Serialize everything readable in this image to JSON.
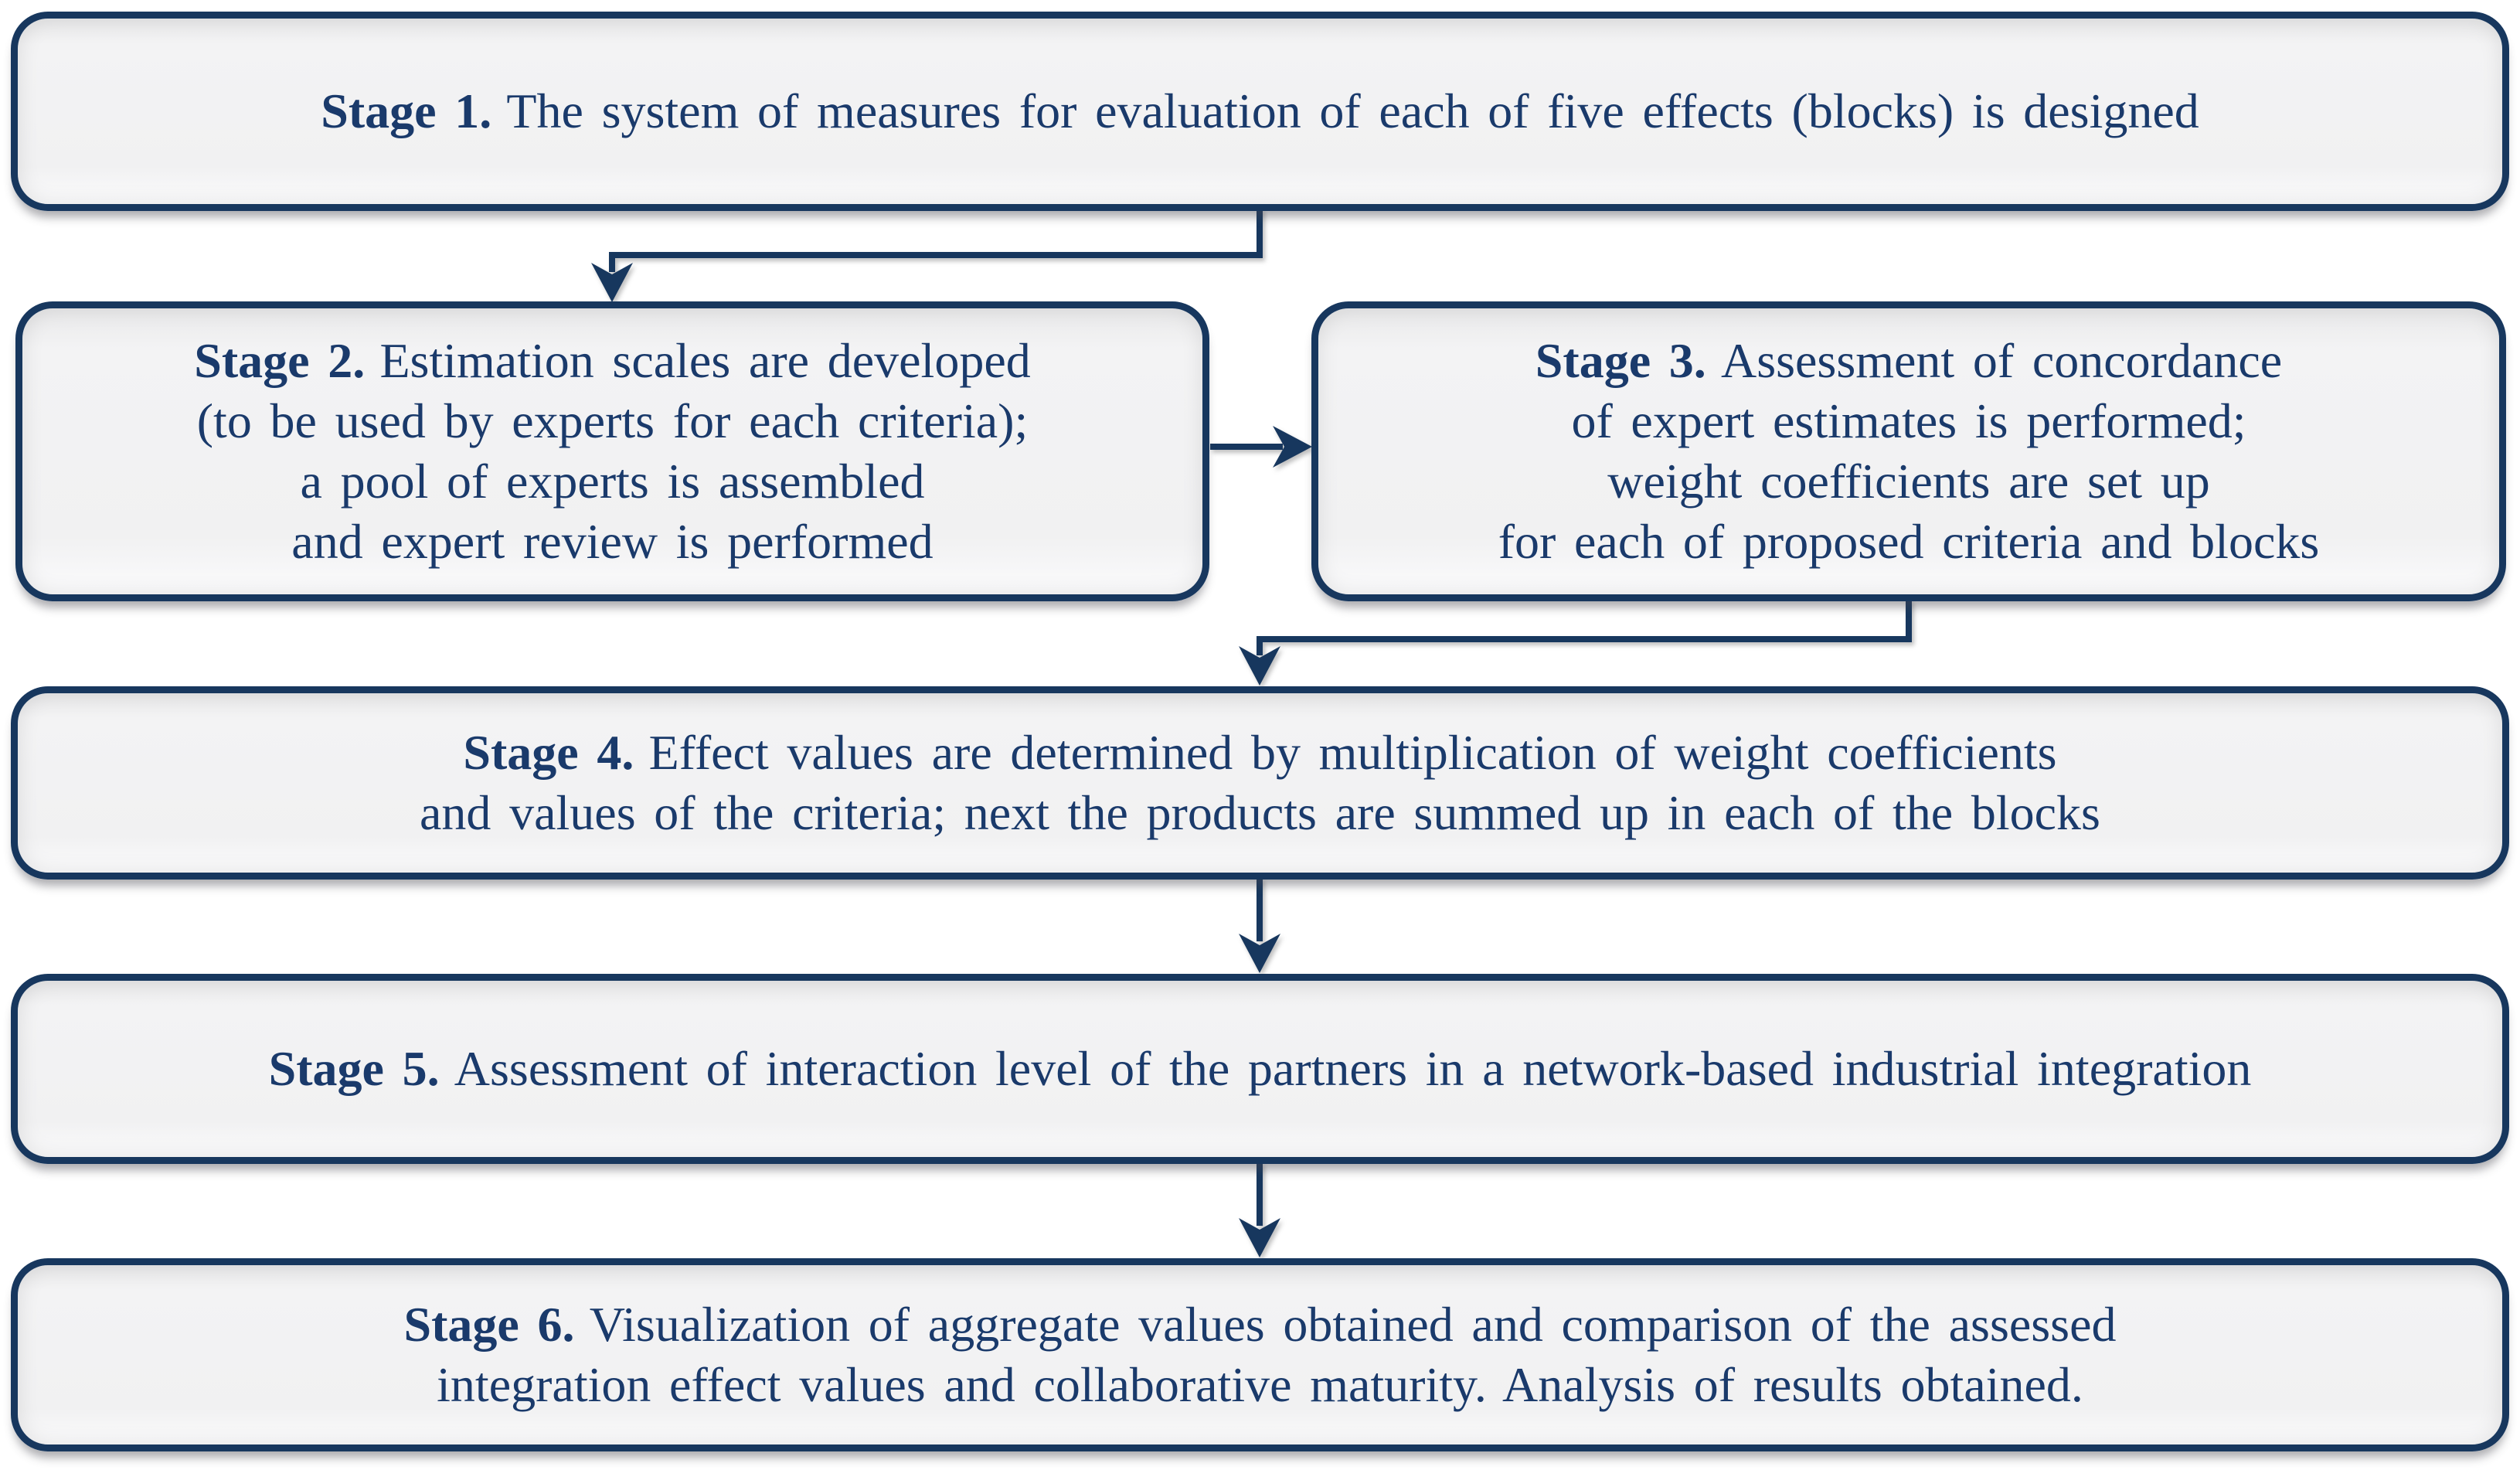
{
  "figure": {
    "type": "flowchart",
    "background": "#ffffff"
  },
  "colors": {
    "box_fill": "#f1f1f2",
    "box_border": "#17375e",
    "text": "#1a3a6b",
    "connector": "#17375e"
  },
  "stages": [
    {
      "id": "stage-1",
      "label": "Stage 1.",
      "lines": [
        "The system of measures for evaluation of each of five effects (blocks) is designed"
      ]
    },
    {
      "id": "stage-2",
      "label": "Stage 2.",
      "lines": [
        "Estimation scales are developed",
        "(to be used by experts for each criteria);",
        "a pool of experts is assembled",
        "and expert review is performed"
      ]
    },
    {
      "id": "stage-3",
      "label": "Stage 3.",
      "lines": [
        "Assessment of concordance",
        "of expert estimates is performed;",
        "weight coefficients are set up",
        "for each of proposed criteria and blocks"
      ]
    },
    {
      "id": "stage-4",
      "label": "Stage 4.",
      "lines": [
        "Effect values are determined by multiplication of weight coefficients",
        "and values of the criteria; next the products are summed up in each of the blocks"
      ]
    },
    {
      "id": "stage-5",
      "label": "Stage 5.",
      "lines": [
        "Assessment of interaction level of the partners in a network-based industrial integration"
      ]
    },
    {
      "id": "stage-6",
      "label": "Stage 6.",
      "lines": [
        "Visualization of aggregate values obtained and comparison of the assessed",
        "integration effect values and collaborative maturity. Analysis of results obtained."
      ]
    }
  ],
  "connectors": [
    {
      "from": "stage-1",
      "to": "stage-2",
      "type": "elbow-down-left"
    },
    {
      "from": "stage-2",
      "to": "stage-3",
      "type": "straight-right"
    },
    {
      "from": "stage-3",
      "to": "stage-4",
      "type": "elbow-down-left"
    },
    {
      "from": "stage-4",
      "to": "stage-5",
      "type": "straight-down"
    },
    {
      "from": "stage-5",
      "to": "stage-6",
      "type": "straight-down"
    }
  ]
}
